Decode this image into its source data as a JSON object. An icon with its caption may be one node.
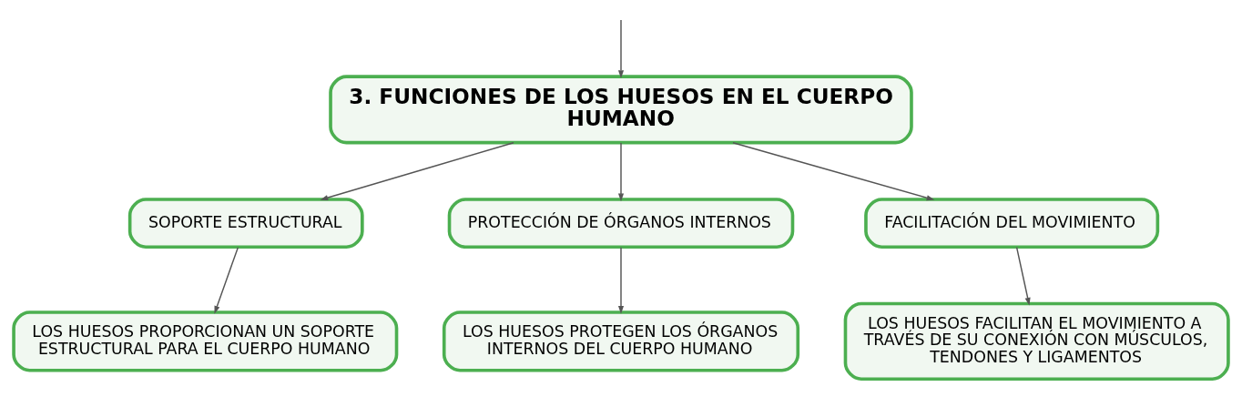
{
  "diagram": {
    "nodes": [
      {
        "text": [
          "3. FUNCIONES DE LOS HUESOS EN EL CUERPO HUMANO"
        ]
      },
      {
        "text": [
          "SOPORTE ESTRUCTURAL"
        ]
      },
      {
        "text": [
          "PROTECCIÓN DE ÓRGANOS INTERNOS"
        ]
      },
      {
        "text": [
          "FACILITACIÓN DEL MOVIMIENTO"
        ]
      },
      {
        "text": [
          "LOS HUESOS PROPORCIONAN UN SOPORTE ESTRUCTURAL PARA EL CUERPO HUMANO"
        ]
      },
      {
        "text": [
          "LOS HUESOS PROTEGEN LOS ÓRGANOS INTERNOS DEL CUERPO HUMANO"
        ]
      },
      {
        "text": [
          "LOS HUESOS FACILITAN EL MOVIMIENTO A TRAVÉS DE SU CONEXIÓN CON MÚSCULOS, TENDONES Y LIGAMENTOS"
        ]
      }
    ],
    "edges": [
      {
        "from": null,
        "to": 0,
        "arrow": "to"
      },
      {
        "from": 0,
        "to": 1,
        "arrow": "to"
      },
      {
        "from": 0,
        "to": 2,
        "arrow": "to"
      },
      {
        "from": 0,
        "to": 3,
        "arrow": "to"
      },
      {
        "from": 1,
        "to": 4,
        "arrow": "to"
      },
      {
        "from": 2,
        "to": 5,
        "arrow": "to"
      },
      {
        "from": 3,
        "to": 6,
        "arrow": "to"
      }
    ]
  }
}
